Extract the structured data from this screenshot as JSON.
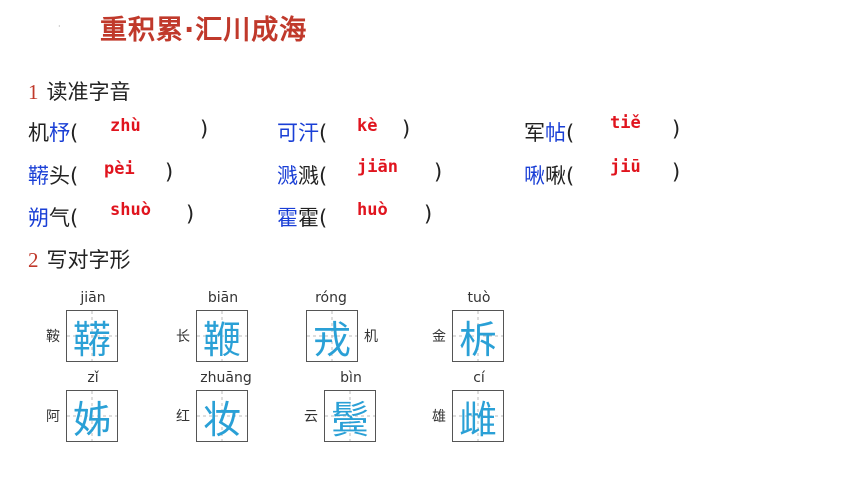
{
  "title": "重积累·汇川成海",
  "section1": {
    "num": "1",
    "label": "读准字音"
  },
  "section2": {
    "num": "2",
    "label": "写对字形"
  },
  "pron": [
    {
      "pre": "机",
      "hl": "杼",
      "post": "",
      "py": "zhù"
    },
    {
      "pre": "",
      "hl": "可汗",
      "post": "",
      "py": "kè"
    },
    {
      "pre": "军",
      "hl": "帖",
      "post": "",
      "py": "tiě"
    },
    {
      "pre": "",
      "hl": "鞯",
      "post": "头",
      "py": "pèi"
    },
    {
      "pre": "",
      "hl": "溅",
      "post": "溅",
      "py": "jiān"
    },
    {
      "pre": "",
      "hl": "啾",
      "post": "啾",
      "py": "jiū"
    },
    {
      "pre": "",
      "hl": "朔",
      "post": "气",
      "py": "shuò"
    },
    {
      "pre": "",
      "hl": "霍",
      "post": "霍",
      "py": "huò"
    }
  ],
  "grid": [
    {
      "pinyin": "jiān",
      "pre": "鞍",
      "char": "鞯",
      "post": ""
    },
    {
      "pinyin": "biān",
      "pre": "长",
      "char": "鞭",
      "post": ""
    },
    {
      "pinyin": "róng",
      "pre": "",
      "char": "戎",
      "post": "机"
    },
    {
      "pinyin": "tuò",
      "pre": "金",
      "char": "柝",
      "post": ""
    },
    {
      "pinyin": "zǐ",
      "pre": "阿",
      "char": "姊",
      "post": ""
    },
    {
      "pinyin": "zhuāng",
      "pre": "红",
      "char": "妆",
      "post": ""
    },
    {
      "pinyin": "bìn",
      "pre": "云",
      "char": "鬓",
      "post": ""
    },
    {
      "pinyin": "cí",
      "pre": "雄",
      "char": "雌",
      "post": ""
    }
  ]
}
